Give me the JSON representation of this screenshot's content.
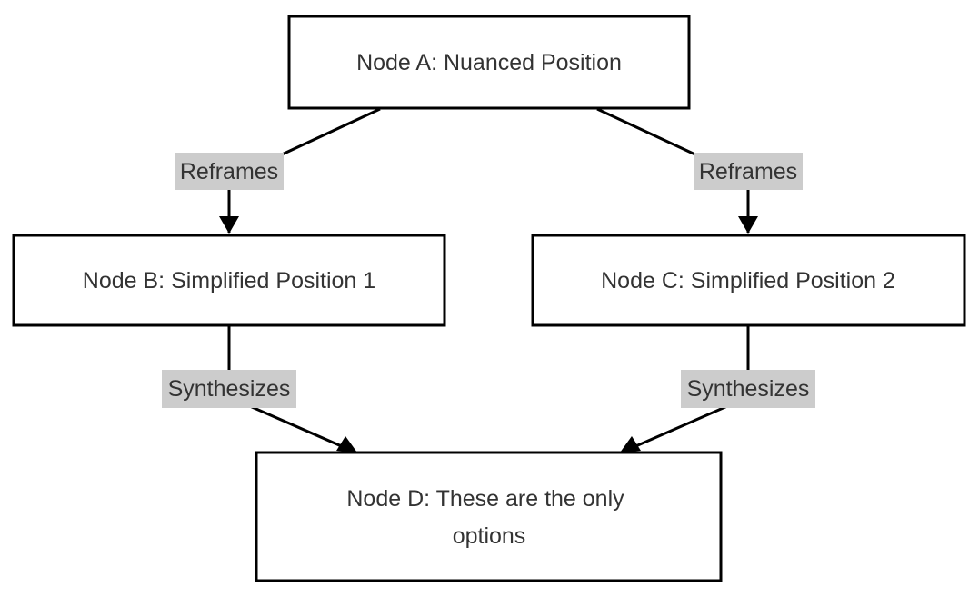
{
  "nodes": {
    "a": {
      "label": "Node A: Nuanced Position"
    },
    "b": {
      "label": "Node B: Simplified Position 1"
    },
    "c": {
      "label": "Node C: Simplified Position 2"
    },
    "d": {
      "label_line1": "Node D: These are the only",
      "label_line2": "options"
    }
  },
  "edges": [
    {
      "from": "a",
      "to": "b",
      "label": "Reframes"
    },
    {
      "from": "a",
      "to": "c",
      "label": "Reframes"
    },
    {
      "from": "b",
      "to": "d",
      "label": "Synthesizes"
    },
    {
      "from": "c",
      "to": "d",
      "label": "Synthesizes"
    }
  ],
  "colors": {
    "node_border": "#000000",
    "node_fill": "#ffffff",
    "text": "#333333",
    "edge": "#000000",
    "edge_label_bg": "#cccccc"
  }
}
